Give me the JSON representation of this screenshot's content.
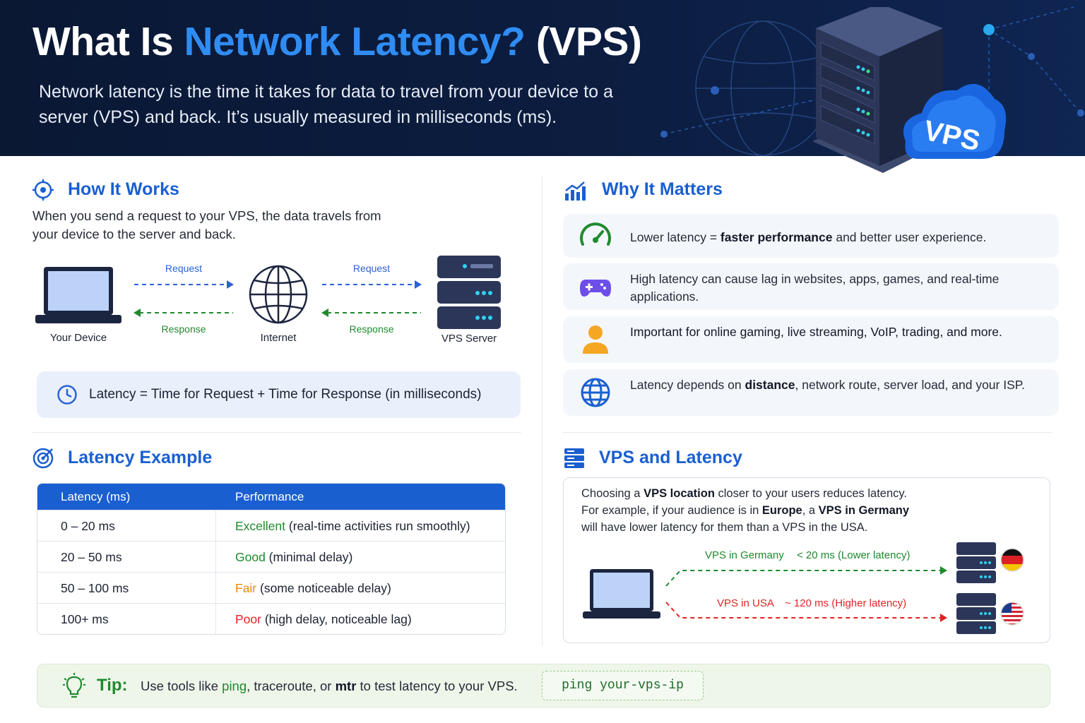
{
  "hero": {
    "title_part1": "What Is ",
    "title_highlight": "Network Latency?",
    "title_part2": " (VPS)",
    "subtitle": "Network latency is the time it takes for data to travel from your device to a server (VPS) and back. It’s usually measured in milliseconds (ms).",
    "cloud_label": "VPS"
  },
  "how_it_works": {
    "title": "How It Works",
    "description": "When you send a request to your VPS, the data travels from your device to the server and back.",
    "nodes": [
      "Your Device",
      "Internet",
      "VPS Server"
    ],
    "request_label": "Request",
    "response_label": "Response",
    "formula": "Latency = Time for Request + Time for Response (in milliseconds)"
  },
  "why_it_matters": {
    "title": "Why It Matters",
    "items": [
      {
        "icon": "speedometer-icon",
        "pre": "Lower latency = ",
        "bold": "faster performance",
        "post": " and better user experience."
      },
      {
        "icon": "gamepad-icon",
        "pre": "High latency can cause lag in websites, apps, games, and real-time applications.",
        "bold": "",
        "post": ""
      },
      {
        "icon": "user-icon",
        "pre": "Important for online gaming, live streaming, VoIP, trading, and more.",
        "bold": "",
        "post": ""
      },
      {
        "icon": "globe-icon",
        "pre": "Latency depends on ",
        "bold": "distance",
        "post": ", network route, server load, and your ISP."
      }
    ]
  },
  "latency_example": {
    "title": "Latency Example",
    "headers": [
      "Latency (ms)",
      "Performance"
    ],
    "rows": [
      {
        "range": "0 – 20 ms",
        "rating": "Excellent",
        "detail": " (real-time activities run smoothly)",
        "color": "#1f8a2e"
      },
      {
        "range": "20 – 50 ms",
        "rating": "Good",
        "detail": " (minimal delay)",
        "color": "#1f8a2e"
      },
      {
        "range": "50 – 100 ms",
        "rating": "Fair",
        "detail": " (some noticeable delay)",
        "color": "#e58a12"
      },
      {
        "range": "100+ ms",
        "rating": "Poor",
        "detail": " (high delay, noticeable lag)",
        "color": "#e02424"
      }
    ]
  },
  "vps_latency": {
    "title": "VPS and Latency",
    "line1_a": "Choosing a ",
    "line1_b": "VPS location",
    "line1_c": " closer to your users reduces latency.",
    "line2_a": "For example, if your audience is in ",
    "line2_b": "Europe",
    "line2_c": ", a ",
    "line2_d": "VPS in Germany",
    "line3": "will have lower latency for them than a VPS in the USA.",
    "germany_label": "VPS in Germany",
    "germany_value": "<  20 ms  (Lower latency)",
    "usa_label": "VPS in USA",
    "usa_value": "~  120 ms  (Higher latency)"
  },
  "tip": {
    "label": "Tip:",
    "text_a": "Use tools like ",
    "tool1": "ping",
    "text_b": ", traceroute, or ",
    "tool2": "mtr",
    "text_c": " to test latency to your VPS.",
    "code": "ping your-vps-ip"
  }
}
